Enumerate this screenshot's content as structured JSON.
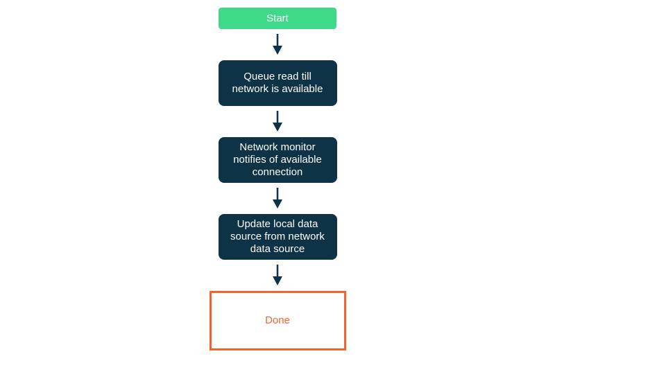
{
  "flowchart": {
    "nodes": [
      {
        "id": "start",
        "type": "start",
        "label": "Start"
      },
      {
        "id": "queue",
        "type": "process",
        "label": "Queue read till network is available"
      },
      {
        "id": "monitor",
        "type": "process",
        "label": "Network monitor notifies of available connection"
      },
      {
        "id": "update",
        "type": "process",
        "label": "Update local data source from network data source"
      },
      {
        "id": "done",
        "type": "end",
        "label": "Done"
      }
    ],
    "colors": {
      "start_green": "#3fd98a",
      "process_navy": "#0e3246",
      "done_orange": "#f3642c",
      "text_white": "#ffffff",
      "background": "#ffffff"
    }
  }
}
